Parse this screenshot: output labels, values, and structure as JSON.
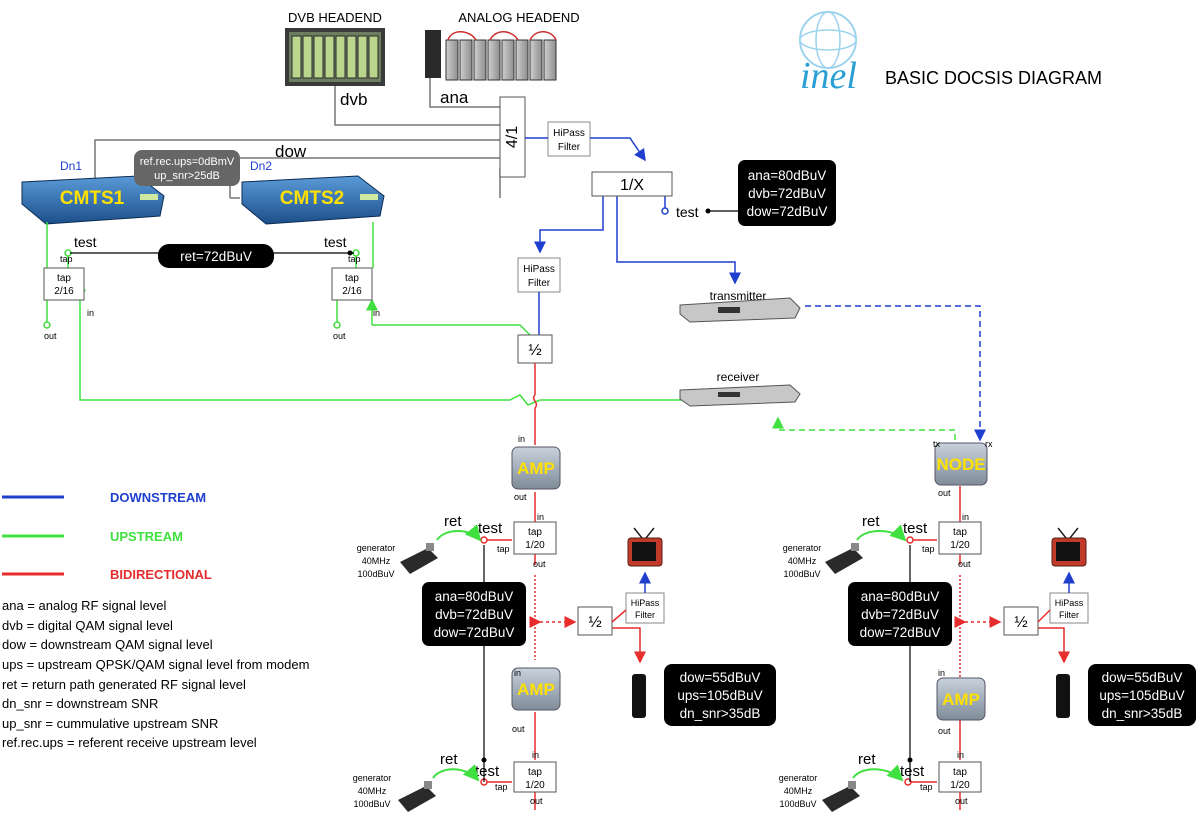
{
  "title": "BASIC DOCSIS DIAGRAM",
  "logo_text": "inel",
  "headends": {
    "dvb": "DVB HEADEND",
    "analog": "ANALOG HEADEND"
  },
  "signal_labels": {
    "dvb": "dvb",
    "ana": "ana",
    "dow": "dow",
    "dn1": "Dn1",
    "dn2": "Dn2"
  },
  "combiner": "4/1",
  "hipass": [
    "HiPass",
    "Filter"
  ],
  "splitter_1x": "1/X",
  "half": "½",
  "cmts1": "CMTS1",
  "cmts2": "CMTS2",
  "ref_note": [
    "ref.rec.ups=0dBmV",
    "up_snr>25dB"
  ],
  "test": "test",
  "headend_levels": [
    "ana=80dBuV",
    "dvb=72dBuV",
    "dow=72dBuV"
  ],
  "ret_level": "ret=72dBuV",
  "tap_216": [
    "tap",
    "2/16"
  ],
  "tap_120": [
    "tap",
    "1/20"
  ],
  "port": {
    "tap": "tap",
    "out": "out",
    "in": "in",
    "tx": "tx",
    "rx": "rx"
  },
  "transmitter": "transmitter",
  "receiver": "receiver",
  "amp": "AMP",
  "node": "NODE",
  "ret": "ret",
  "generator": [
    "generator",
    "40MHz",
    "100dBuV"
  ],
  "line_levels": [
    "ana=80dBuV",
    "dvb=72dBuV",
    "dow=72dBuV"
  ],
  "modem_levels": [
    "dow=55dBuV",
    "ups=105dBuV",
    "dn_snr>35dB"
  ],
  "legend": [
    {
      "label": "DOWNSTREAM",
      "color": "#1f3fcf"
    },
    {
      "label": "UPSTREAM",
      "color": "#3fe03f"
    },
    {
      "label": "BIDIRECTIONAL",
      "color": "#e62c2c"
    }
  ],
  "definitions": [
    "ana = analog RF signal level",
    "dvb = digital QAM signal level",
    "dow = downstream QAM signal level",
    "ups = upstream QPSK/QAM signal level from modem",
    "ret = return path generated RF signal level",
    "dn_snr = downstream SNR",
    "up_snr = cummulative upstream SNR",
    "ref.rec.ups = referent receive upstream level"
  ],
  "colors": {
    "downstream": "#1f3fcf",
    "upstream": "#3fe03f",
    "bidirectional": "#e62c2c",
    "gray": "#777777"
  }
}
